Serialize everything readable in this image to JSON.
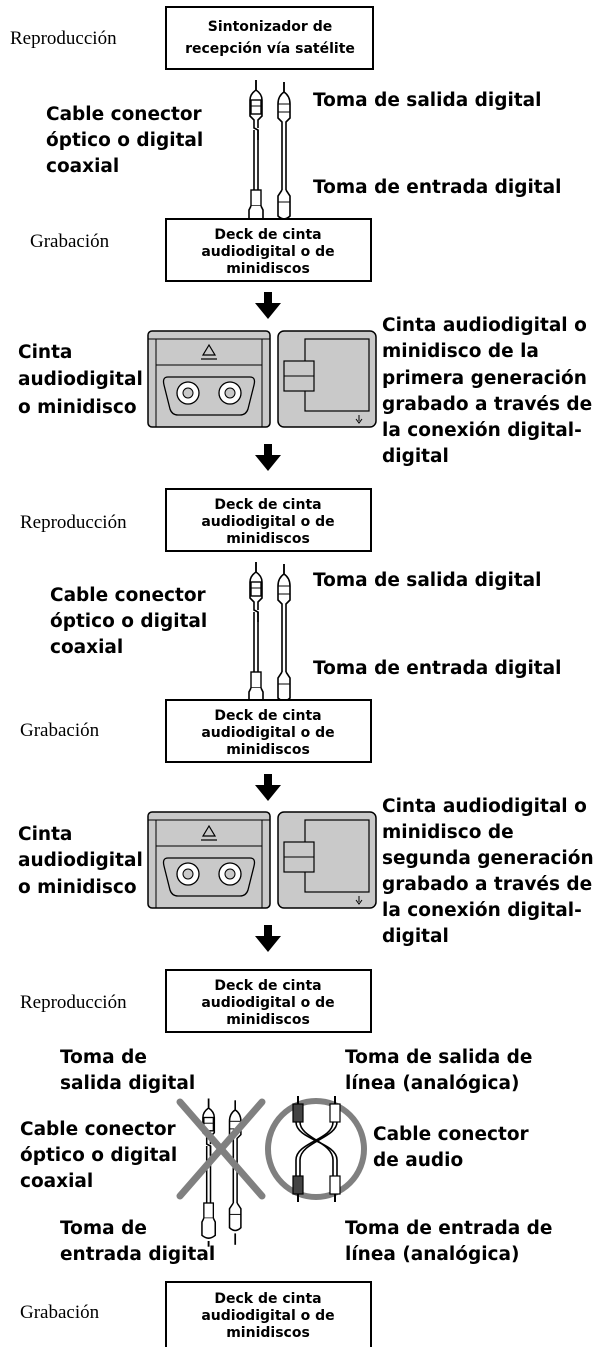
{
  "labels": {
    "reproduccion": "Reproducción",
    "grabacion": "Grabación"
  },
  "boxes": {
    "tuner_line1": "Sintonizador de",
    "tuner_line2": "recepción vía satélite",
    "deck_line1": "Deck de cinta",
    "deck_line2": "audiodigital o de",
    "deck_line3": "minidiscos"
  },
  "cable": {
    "left_line1": "Cable conector",
    "left_line2": "óptico o digital",
    "left_line3": "coaxial",
    "out_label": "Toma de salida digital",
    "in_label": "Toma de entrada digital"
  },
  "media": {
    "left_line1": "Cinta",
    "left_line2": "audiodigital",
    "left_line3": "o minidisco",
    "gen1_line1": "Cinta audiodigital o",
    "gen1_line2": "minidisco de la",
    "gen1_line3": "primera generación",
    "gen1_line4": "grabado a través de",
    "gen1_line5": "la conexión digital-",
    "gen1_line6": "digital",
    "gen2_line1": "Cinta audiodigital o",
    "gen2_line2": "minidisco de",
    "gen2_line3": "segunda generación",
    "gen2_line4": "grabado a través de",
    "gen2_line5": "la conexión digital-",
    "gen2_line6": "digital"
  },
  "final": {
    "out_dig_line1": "Toma de",
    "out_dig_line2": "salida digital",
    "out_ana_line1": "Toma de salida de",
    "out_ana_line2": "línea (analógica)",
    "audio_cable_line1": "Cable conector",
    "audio_cable_line2": "de audio",
    "in_dig_line1": "Toma de",
    "in_dig_line2": "entrada digital",
    "in_ana_line1": "Toma de entrada de",
    "in_ana_line2": "línea (analógica)"
  },
  "colors": {
    "cassette_fill": "#c9c9c9",
    "cross_stroke": "#808080",
    "ink": "#000000"
  }
}
